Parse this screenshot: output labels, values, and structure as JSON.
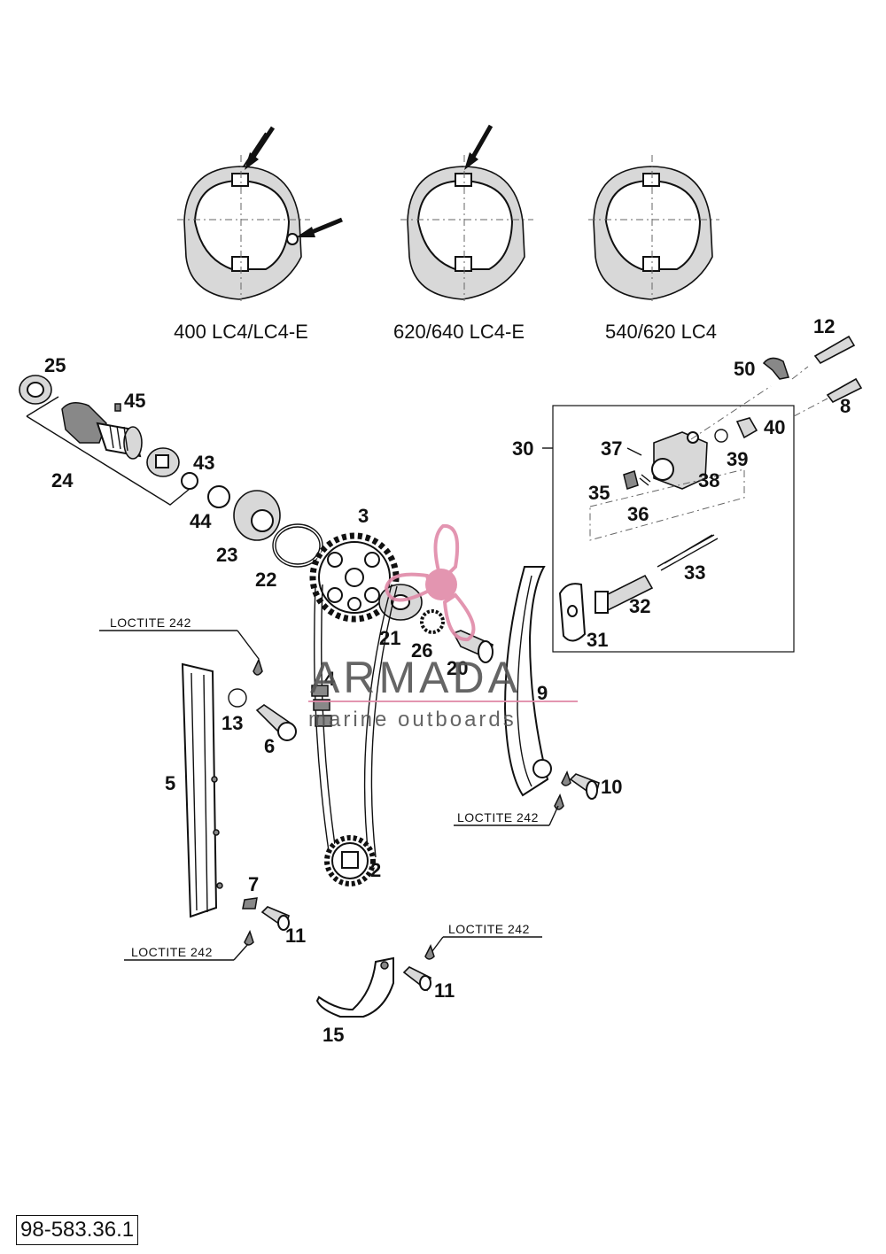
{
  "variants": [
    {
      "label": "400 LC4/LC4-E",
      "arrows": 2
    },
    {
      "label": "620/640 LC4-E",
      "arrows": 1
    },
    {
      "label": "540/620 LC4",
      "arrows": 0
    }
  ],
  "part_numbers": {
    "p2": "2",
    "p3": "3",
    "p4": "4",
    "p5": "5",
    "p6": "6",
    "p7": "7",
    "p8": "8",
    "p9": "9",
    "p10": "10",
    "p11a": "11",
    "p11b": "11",
    "p12": "12",
    "p13": "13",
    "p15": "15",
    "p20": "20",
    "p21": "21",
    "p22": "22",
    "p23": "23",
    "p24": "24",
    "p25": "25",
    "p26": "26",
    "p30": "30",
    "p31": "31",
    "p32": "32",
    "p33": "33",
    "p35": "35",
    "p36": "36",
    "p37": "37",
    "p38": "38",
    "p39": "39",
    "p40": "40",
    "p43": "43",
    "p44": "44",
    "p45": "45",
    "p50": "50"
  },
  "loctite_label": "LOCTITE 242",
  "watermark": {
    "brand": "ARMADA",
    "tagline": "marine outboards",
    "color": "#e08aa8"
  },
  "document_id": "98-583.36.1"
}
